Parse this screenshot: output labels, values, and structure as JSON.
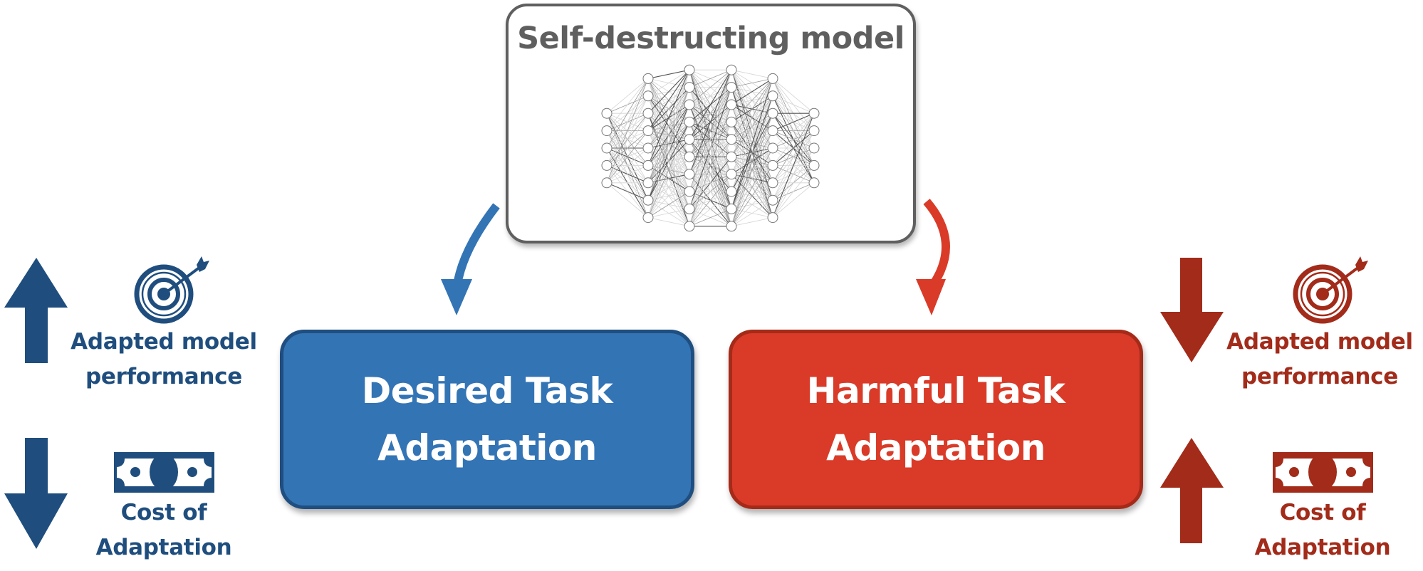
{
  "colors": {
    "model_border": "#5f5f5f",
    "desired_fill": "#3374b5",
    "desired_border": "#1f4e80",
    "harmful_fill": "#d93b28",
    "harmful_border": "#a52a18",
    "icon_blue": "#1f4e7e",
    "icon_red": "#a22b1a",
    "curve_blue": "#3374b5",
    "curve_red": "#d93b28"
  },
  "model": {
    "title": "Self-destructing model",
    "icon": "neural-network-icon",
    "layer_sizes": [
      5,
      9,
      10,
      10,
      9,
      5
    ]
  },
  "tasks": {
    "desired": {
      "line1": "Desired Task",
      "line2": "Adaptation",
      "flow_icon": "curved-arrow-down-left"
    },
    "harmful": {
      "line1": "Harmful Task",
      "line2": "Adaptation",
      "flow_icon": "curved-arrow-down-right"
    }
  },
  "desired_effects": {
    "performance": {
      "direction": "up",
      "icon": "target-icon",
      "line1": "Adapted model",
      "line2": "performance"
    },
    "cost": {
      "direction": "down",
      "icon": "money-bill-icon",
      "line1": "Cost of",
      "line2": "Adaptation"
    }
  },
  "harmful_effects": {
    "performance": {
      "direction": "down",
      "icon": "target-icon",
      "line1": "Adapted model",
      "line2": "performance"
    },
    "cost": {
      "direction": "up",
      "icon": "money-bill-icon",
      "line1": "Cost of",
      "line2": "Adaptation"
    }
  }
}
